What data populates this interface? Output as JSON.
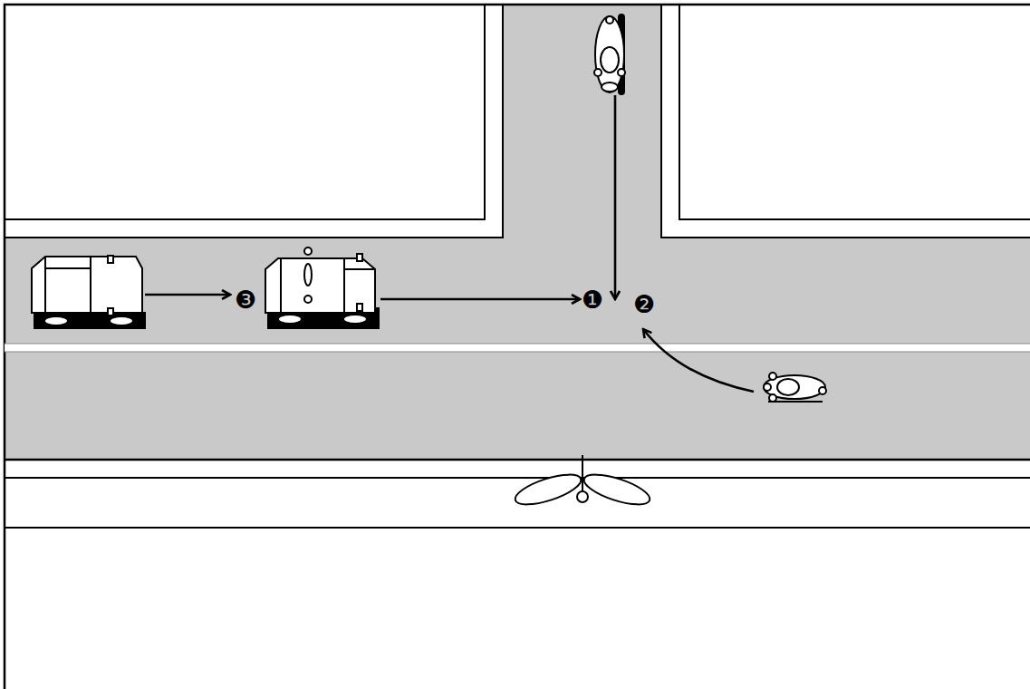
{
  "diagram": {
    "labels": [
      "❸",
      "❶",
      "❷"
    ]
  }
}
